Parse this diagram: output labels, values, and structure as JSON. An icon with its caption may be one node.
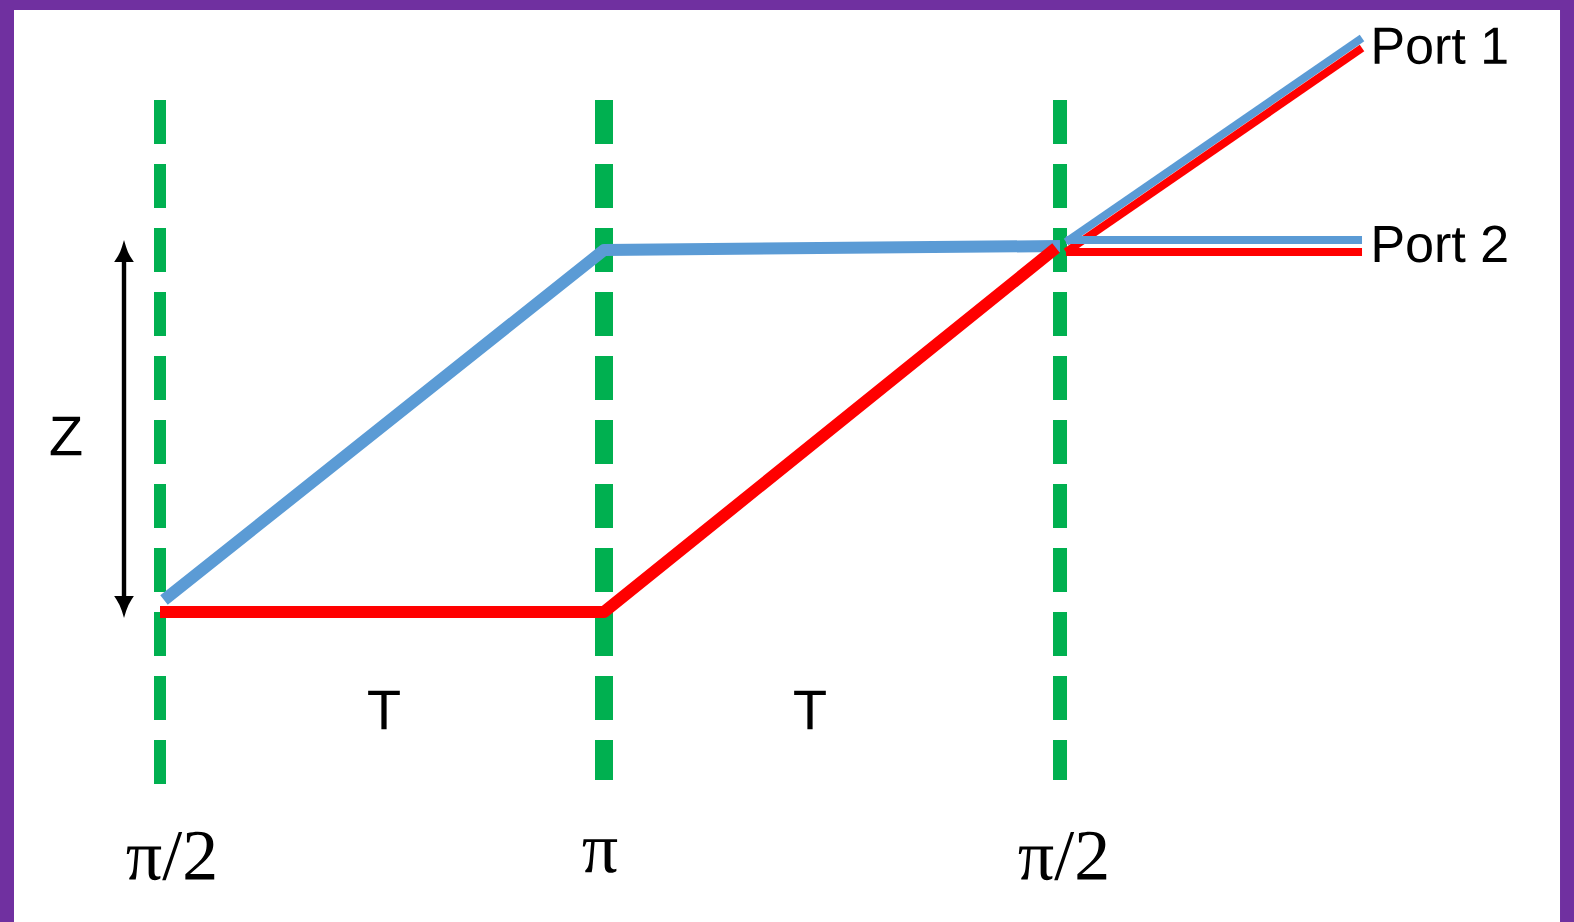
{
  "diagram": {
    "nodes": [
      {
        "text": [
          "Port 1"
        ]
      },
      {
        "text": [
          "Port 2"
        ]
      }
    ],
    "edges": [
      {
        "from": null,
        "to": 0,
        "arrow": "none",
        "color": "#5b9bd5"
      },
      {
        "from": null,
        "to": 0,
        "arrow": "none",
        "color": "#ff0000"
      },
      {
        "from": null,
        "to": 1,
        "arrow": "none",
        "color": "#5b9bd5"
      },
      {
        "from": null,
        "to": 1,
        "arrow": "none",
        "color": "#ff0000"
      }
    ],
    "labels": [
      "Z",
      "T",
      "T",
      "π/2",
      "π",
      "π/2"
    ]
  }
}
